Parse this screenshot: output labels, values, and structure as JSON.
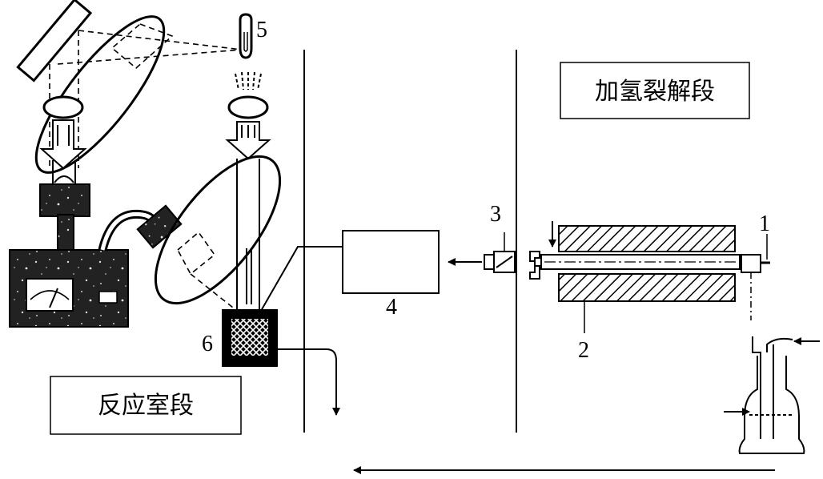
{
  "section_labels": {
    "hydrocracking": "加氢裂解段",
    "reaction_chamber": "反应室段"
  },
  "part_numbers": {
    "p1": "1",
    "p2": "2",
    "p3": "3",
    "p4": "4",
    "p5": "5",
    "p6": "6"
  }
}
